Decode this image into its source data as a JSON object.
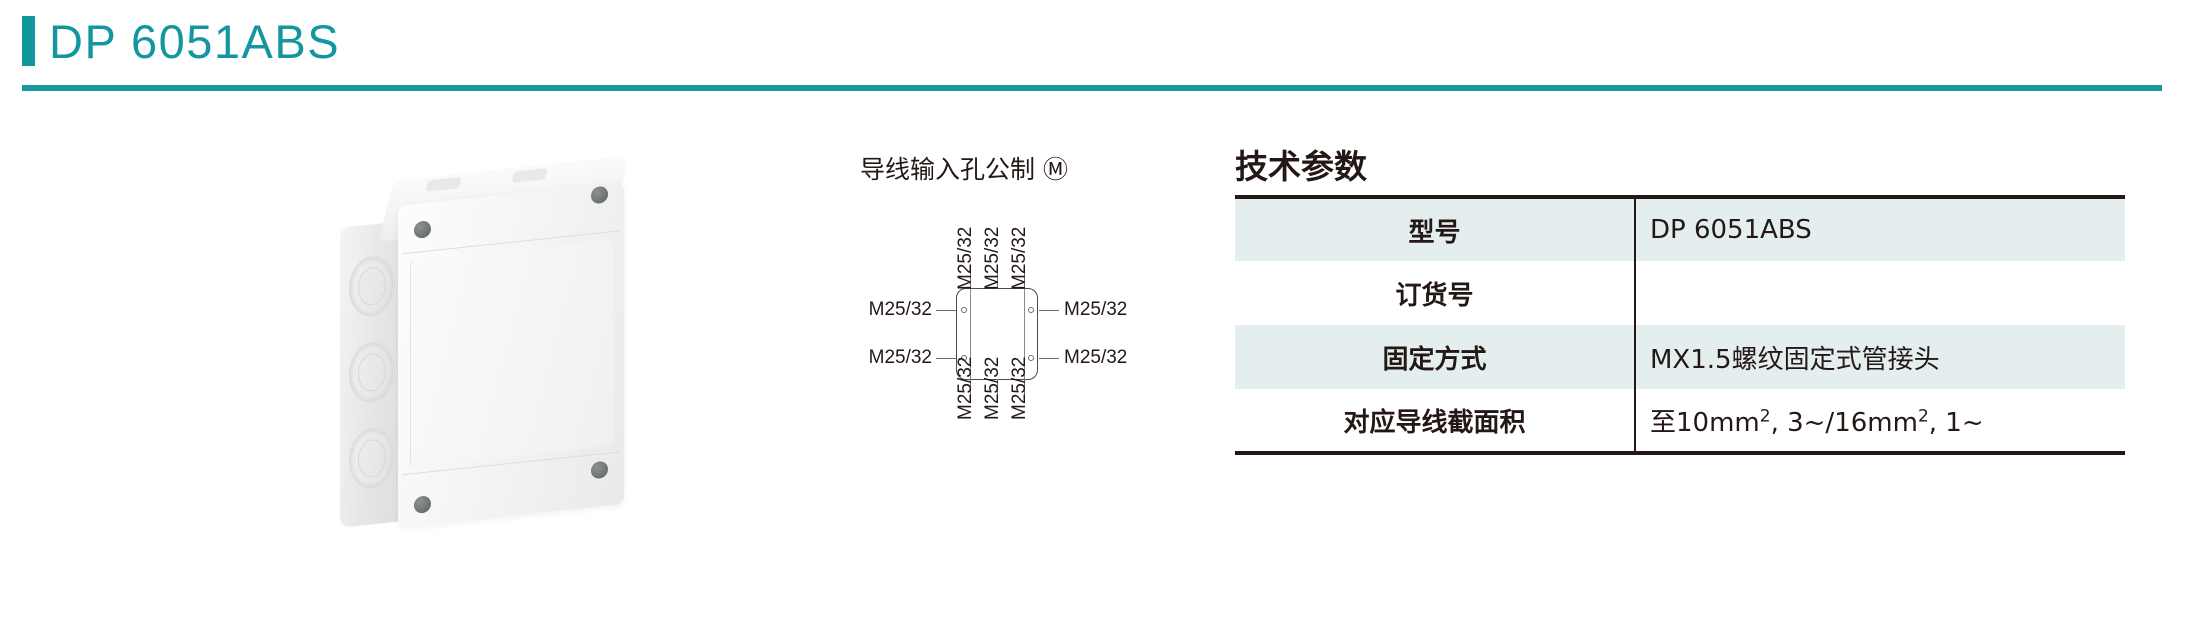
{
  "header": {
    "title": "DP 6051ABS",
    "accent_color": "#1496a0",
    "rule_color": "#18989c"
  },
  "product_photo": {
    "alt": "DP 6051ABS ABS junction box enclosure, white, three knockouts on left side, four corner screws"
  },
  "diagram": {
    "caption": "导线输入孔公制 Ⓜ",
    "top_labels": [
      "M25/32",
      "M25/32",
      "M25/32"
    ],
    "bottom_labels": [
      "M25/32",
      "M25/32",
      "M25/32"
    ],
    "left_labels": [
      "M25/32",
      "M25/32"
    ],
    "right_labels": [
      "M25/32",
      "M25/32"
    ]
  },
  "specs": {
    "title": "技术参数",
    "rows": [
      {
        "key": "型号",
        "value": "DP 6051ABS",
        "shaded": true
      },
      {
        "key": "订货号",
        "value": "",
        "shaded": false
      },
      {
        "key": "固定方式",
        "value": "MX1.5螺纹固定式管接头",
        "shaded": true
      },
      {
        "key": "对应导线截面积",
        "value_prefix": "至10mm",
        "value_sup1": "2",
        "value_mid": ", 3~/16mm",
        "value_sup2": "2",
        "value_suffix": ", 1~",
        "shaded": false
      }
    ]
  }
}
